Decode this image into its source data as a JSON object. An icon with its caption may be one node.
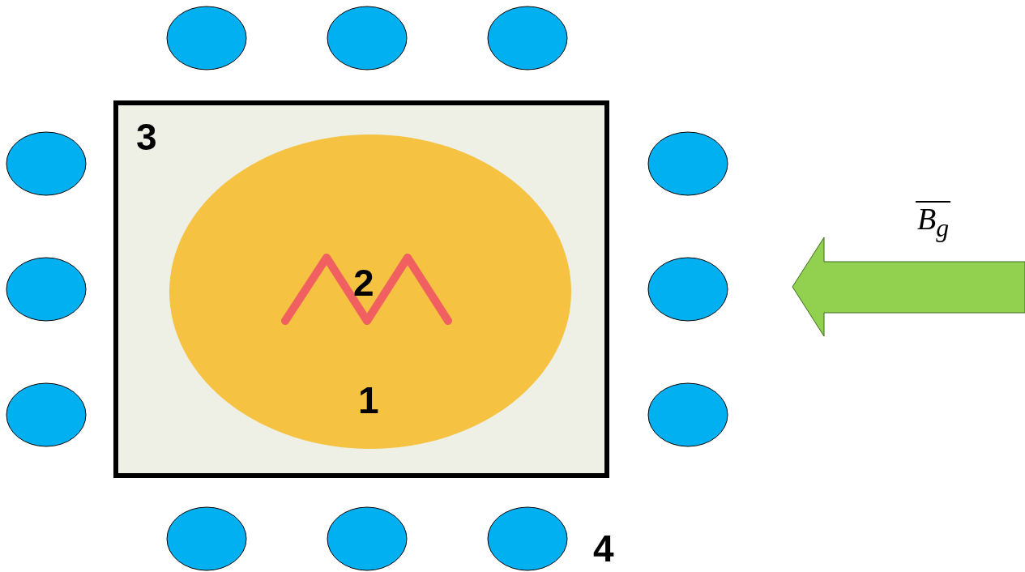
{
  "diagram": {
    "nodes": [
      {
        "text": [
          "3"
        ]
      },
      {
        "text": [
          "1"
        ],
        "in": 0
      }
    ],
    "labels": [
      "2",
      "4",
      "B$_{g}$"
    ]
  }
}
